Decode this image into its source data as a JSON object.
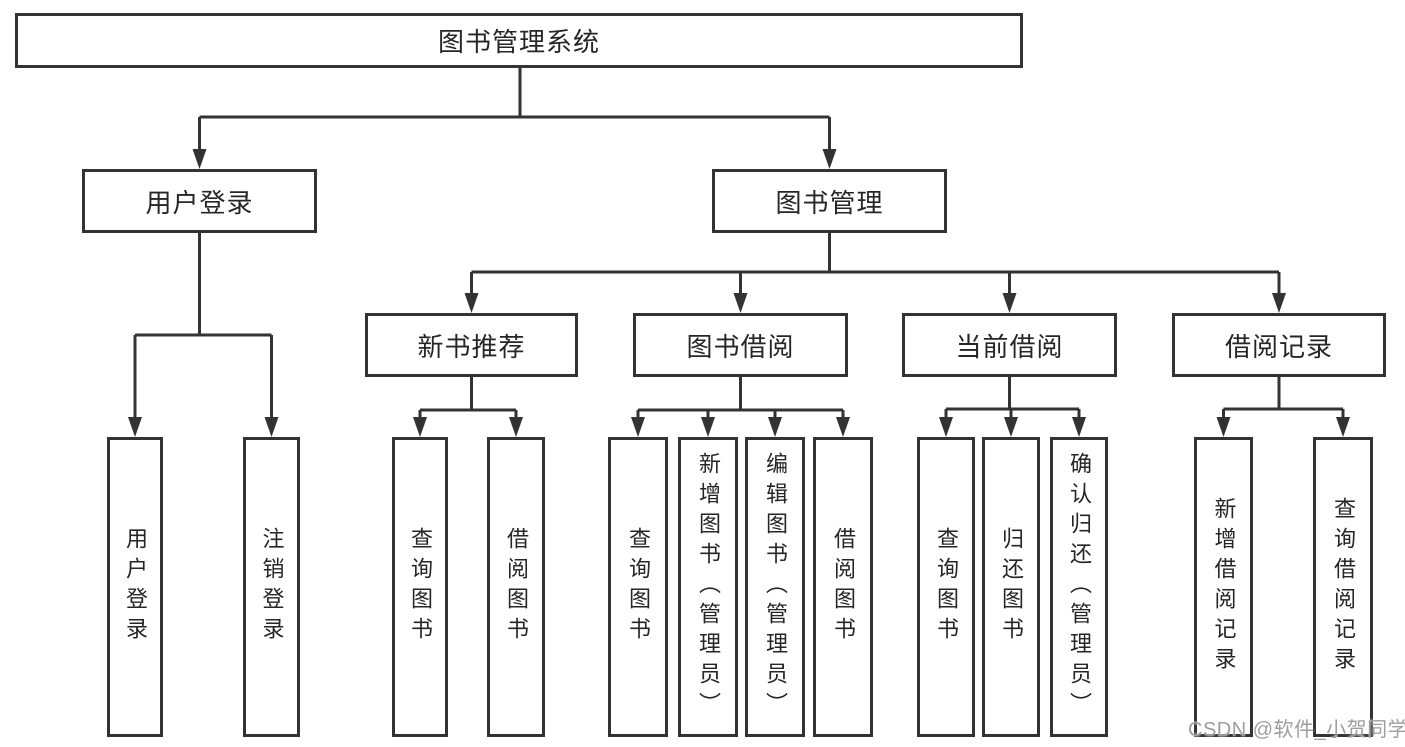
{
  "page": {
    "background_color": "#ffffff",
    "line_color": "#333333",
    "text_color": "#262626"
  },
  "diagram": {
    "type": "hierarchy-tree",
    "tree": {
      "label": "图书管理系统",
      "children": [
        {
          "label": "用户登录",
          "children": [
            {
              "label": "用户登录"
            },
            {
              "label": "注销登录"
            }
          ]
        },
        {
          "label": "图书管理",
          "children": [
            {
              "label": "新书推荐",
              "children": [
                {
                  "label": "查询图书"
                },
                {
                  "label": "借阅图书"
                }
              ]
            },
            {
              "label": "图书借阅",
              "children": [
                {
                  "label": "查询图书"
                },
                {
                  "label": "新增图书（管理员）"
                },
                {
                  "label": "编辑图书（管理员）"
                },
                {
                  "label": "借阅图书"
                }
              ]
            },
            {
              "label": "当前借阅",
              "children": [
                {
                  "label": "查询图书"
                },
                {
                  "label": "归还图书"
                },
                {
                  "label": "确认归还（管理员）"
                }
              ]
            },
            {
              "label": "借阅记录",
              "children": [
                {
                  "label": "新增借阅记录"
                },
                {
                  "label": "查询借阅记录"
                }
              ]
            }
          ]
        }
      ]
    }
  },
  "watermark": {
    "text": "CSDN @软件_小贺同学",
    "color": "#9e9e9e"
  }
}
